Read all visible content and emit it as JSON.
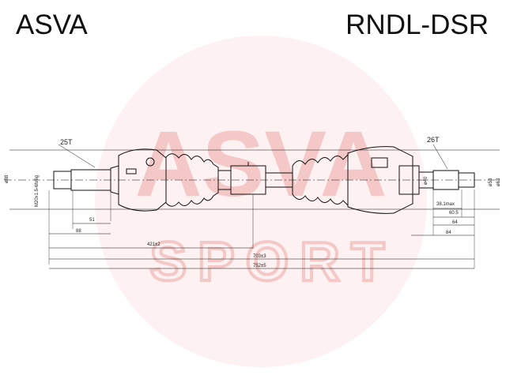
{
  "header": {
    "brand": "ASVA",
    "part_number": "RNDL-DSR"
  },
  "watermark": {
    "brand": "ASVA",
    "subtitle": "SPORT",
    "color": "#e23a3a"
  },
  "labels": {
    "outer_splines": "25T",
    "inner_splines": "26T",
    "outer_thread": "M20x1.5-6h/6g",
    "outer_shaft_dia": "ø88",
    "inner_stub_len": "38.1max",
    "inner_shoulder": "60.5",
    "inner_spline_len": "64",
    "inner_seal_len": "84",
    "inner_dia_1": "ø40",
    "inner_dia_2": "ø53",
    "inner_dia_3": "ø63",
    "outer_len_51": "51",
    "outer_len_88": "88",
    "shaft_len": "421±2",
    "total_len_1": "703±3",
    "total_len_2": "752±5"
  },
  "colors": {
    "line": "#111111",
    "watermark": "#e23a3a"
  }
}
